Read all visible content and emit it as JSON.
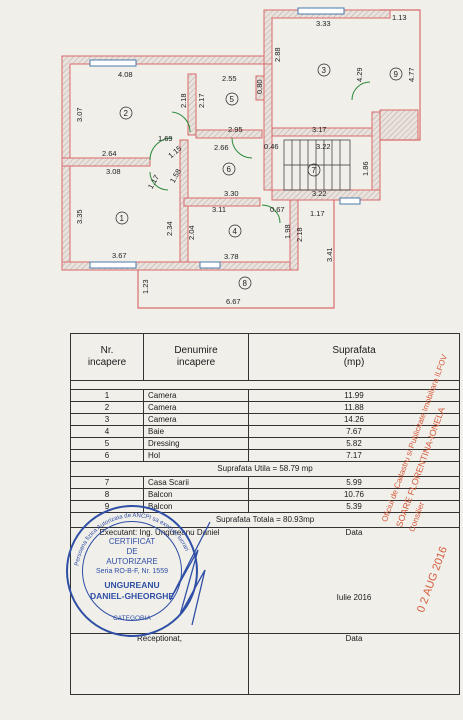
{
  "plan": {
    "dimensions": [
      "3.33",
      "1.13",
      "4.08",
      "2.55",
      "2.88",
      "0.80",
      "4.29",
      "4.77",
      "3.07",
      "2.18",
      "2.17",
      "1.69",
      "2.95",
      "3.17",
      "0.46",
      "3.22",
      "2.64",
      "1.15",
      "2.66",
      "1.86",
      "3.08",
      "1.17",
      "1.58",
      "3.30",
      "3.22",
      "3.11",
      "0.67",
      "1.17",
      "3.35",
      "2.34",
      "2.04",
      "1.98",
      "2.18",
      "3.41",
      "3.67",
      "3.78",
      "1.23",
      "6.67"
    ],
    "rooms": [
      "1",
      "2",
      "3",
      "4",
      "5",
      "6",
      "7",
      "8",
      "9"
    ]
  },
  "table": {
    "headers": {
      "nr": "Nr.\nincapere",
      "name": "Denumire\nincapere",
      "area": "Suprafata\n(mp)"
    },
    "rows_a": [
      {
        "nr": "1",
        "name": "Camera",
        "area": "11.99"
      },
      {
        "nr": "2",
        "name": "Camera",
        "area": "11.88"
      },
      {
        "nr": "3",
        "name": "Camera",
        "area": "14.26"
      },
      {
        "nr": "4",
        "name": "Baie",
        "area": "7.67"
      },
      {
        "nr": "5",
        "name": "Dressing",
        "area": "5.82"
      },
      {
        "nr": "6",
        "name": "Hol",
        "area": "7.17"
      }
    ],
    "utila": "Suprafata Utila = 58.79 mp",
    "rows_b": [
      {
        "nr": "7",
        "name": "Casa Scarii",
        "area": "5.99"
      },
      {
        "nr": "8",
        "name": "Balcon",
        "area": "10.76"
      },
      {
        "nr": "9",
        "name": "Balcon",
        "area": "5.39"
      }
    ],
    "totala": "Suprafata Totala = 80.93mp",
    "executant": "Executant: Ing. Ungureanu Daniel",
    "data_label": "Data",
    "date": "Iulie 2016",
    "receptionat": "Receptionat,",
    "data_label2": "Data"
  },
  "stamp": {
    "ring_text": "Persoana fizica Autorizata de ANCPI sa execute lucrari",
    "line1": "CERTIFICAT",
    "line2": "DE",
    "line3": "AUTORIZARE",
    "line4": "Seria RO-B-F, Nr. 1559",
    "line5": "UNGUREANU",
    "line6": "DANIEL-GHEORGHE",
    "line7": "CATEGORIA"
  },
  "office_stamp": {
    "line1": "Oficiul de Cadastru si Publicitate Imobiliara ILFOV",
    "line2": "SOARE FLORENTINA-IONELA",
    "line3": "Consilier",
    "date": "0 2 AUG 2016"
  },
  "colors": {
    "wall": "#d96b6b",
    "hatch": "#cfc6bf",
    "stamp": "#2f4fa6",
    "office": "#d45a3a"
  }
}
